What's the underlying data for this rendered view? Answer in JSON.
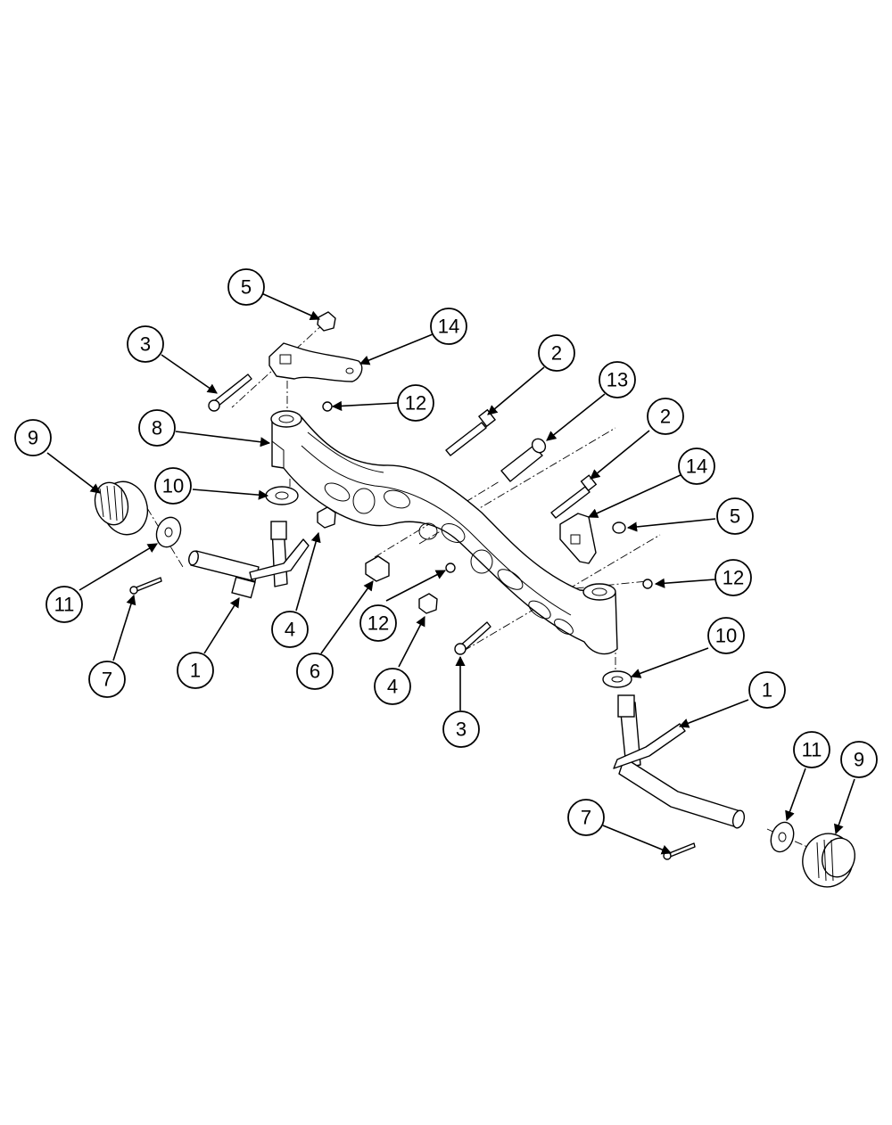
{
  "callouts": [
    {
      "label": "5"
    },
    {
      "label": "14"
    },
    {
      "label": "3"
    },
    {
      "label": "12"
    },
    {
      "label": "2"
    },
    {
      "label": "13"
    },
    {
      "label": "8"
    },
    {
      "label": "9"
    },
    {
      "label": "10"
    },
    {
      "label": "2"
    },
    {
      "label": "14"
    },
    {
      "label": "5"
    },
    {
      "label": "12"
    },
    {
      "label": "11"
    },
    {
      "label": "4"
    },
    {
      "label": "12"
    },
    {
      "label": "1"
    },
    {
      "label": "7"
    },
    {
      "label": "6"
    },
    {
      "label": "4"
    },
    {
      "label": "3"
    },
    {
      "label": "10"
    },
    {
      "label": "1"
    },
    {
      "label": "11"
    },
    {
      "label": "9"
    },
    {
      "label": "7"
    }
  ]
}
